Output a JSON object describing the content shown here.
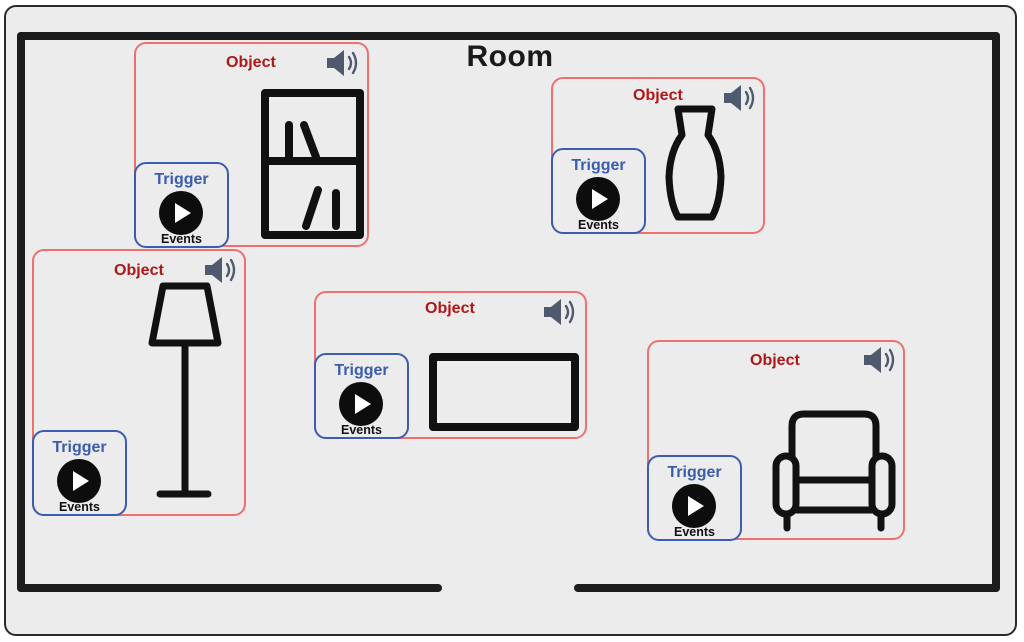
{
  "room": {
    "title": "Room"
  },
  "objects": [
    {
      "id": "bookshelf",
      "label": "Object",
      "icon": "bookshelf-icon",
      "trigger": {
        "label": "Trigger",
        "events": "Events"
      }
    },
    {
      "id": "vase",
      "label": "Object",
      "icon": "vase-icon",
      "trigger": {
        "label": "Trigger",
        "events": "Events"
      }
    },
    {
      "id": "floor-lamp",
      "label": "Object",
      "icon": "floor-lamp-icon",
      "trigger": {
        "label": "Trigger",
        "events": "Events"
      }
    },
    {
      "id": "rectangle",
      "label": "Object",
      "icon": "rectangle-icon",
      "trigger": {
        "label": "Trigger",
        "events": "Events"
      }
    },
    {
      "id": "armchair",
      "label": "Object",
      "icon": "armchair-icon",
      "trigger": {
        "label": "Trigger",
        "events": "Events"
      }
    }
  ],
  "colors": {
    "object_border": "#f07070",
    "object_label": "#b01818",
    "trigger_border": "#3a5db0",
    "speaker": "#4f5a6e",
    "wall": "#1c1c1c",
    "background": "#ececec"
  }
}
